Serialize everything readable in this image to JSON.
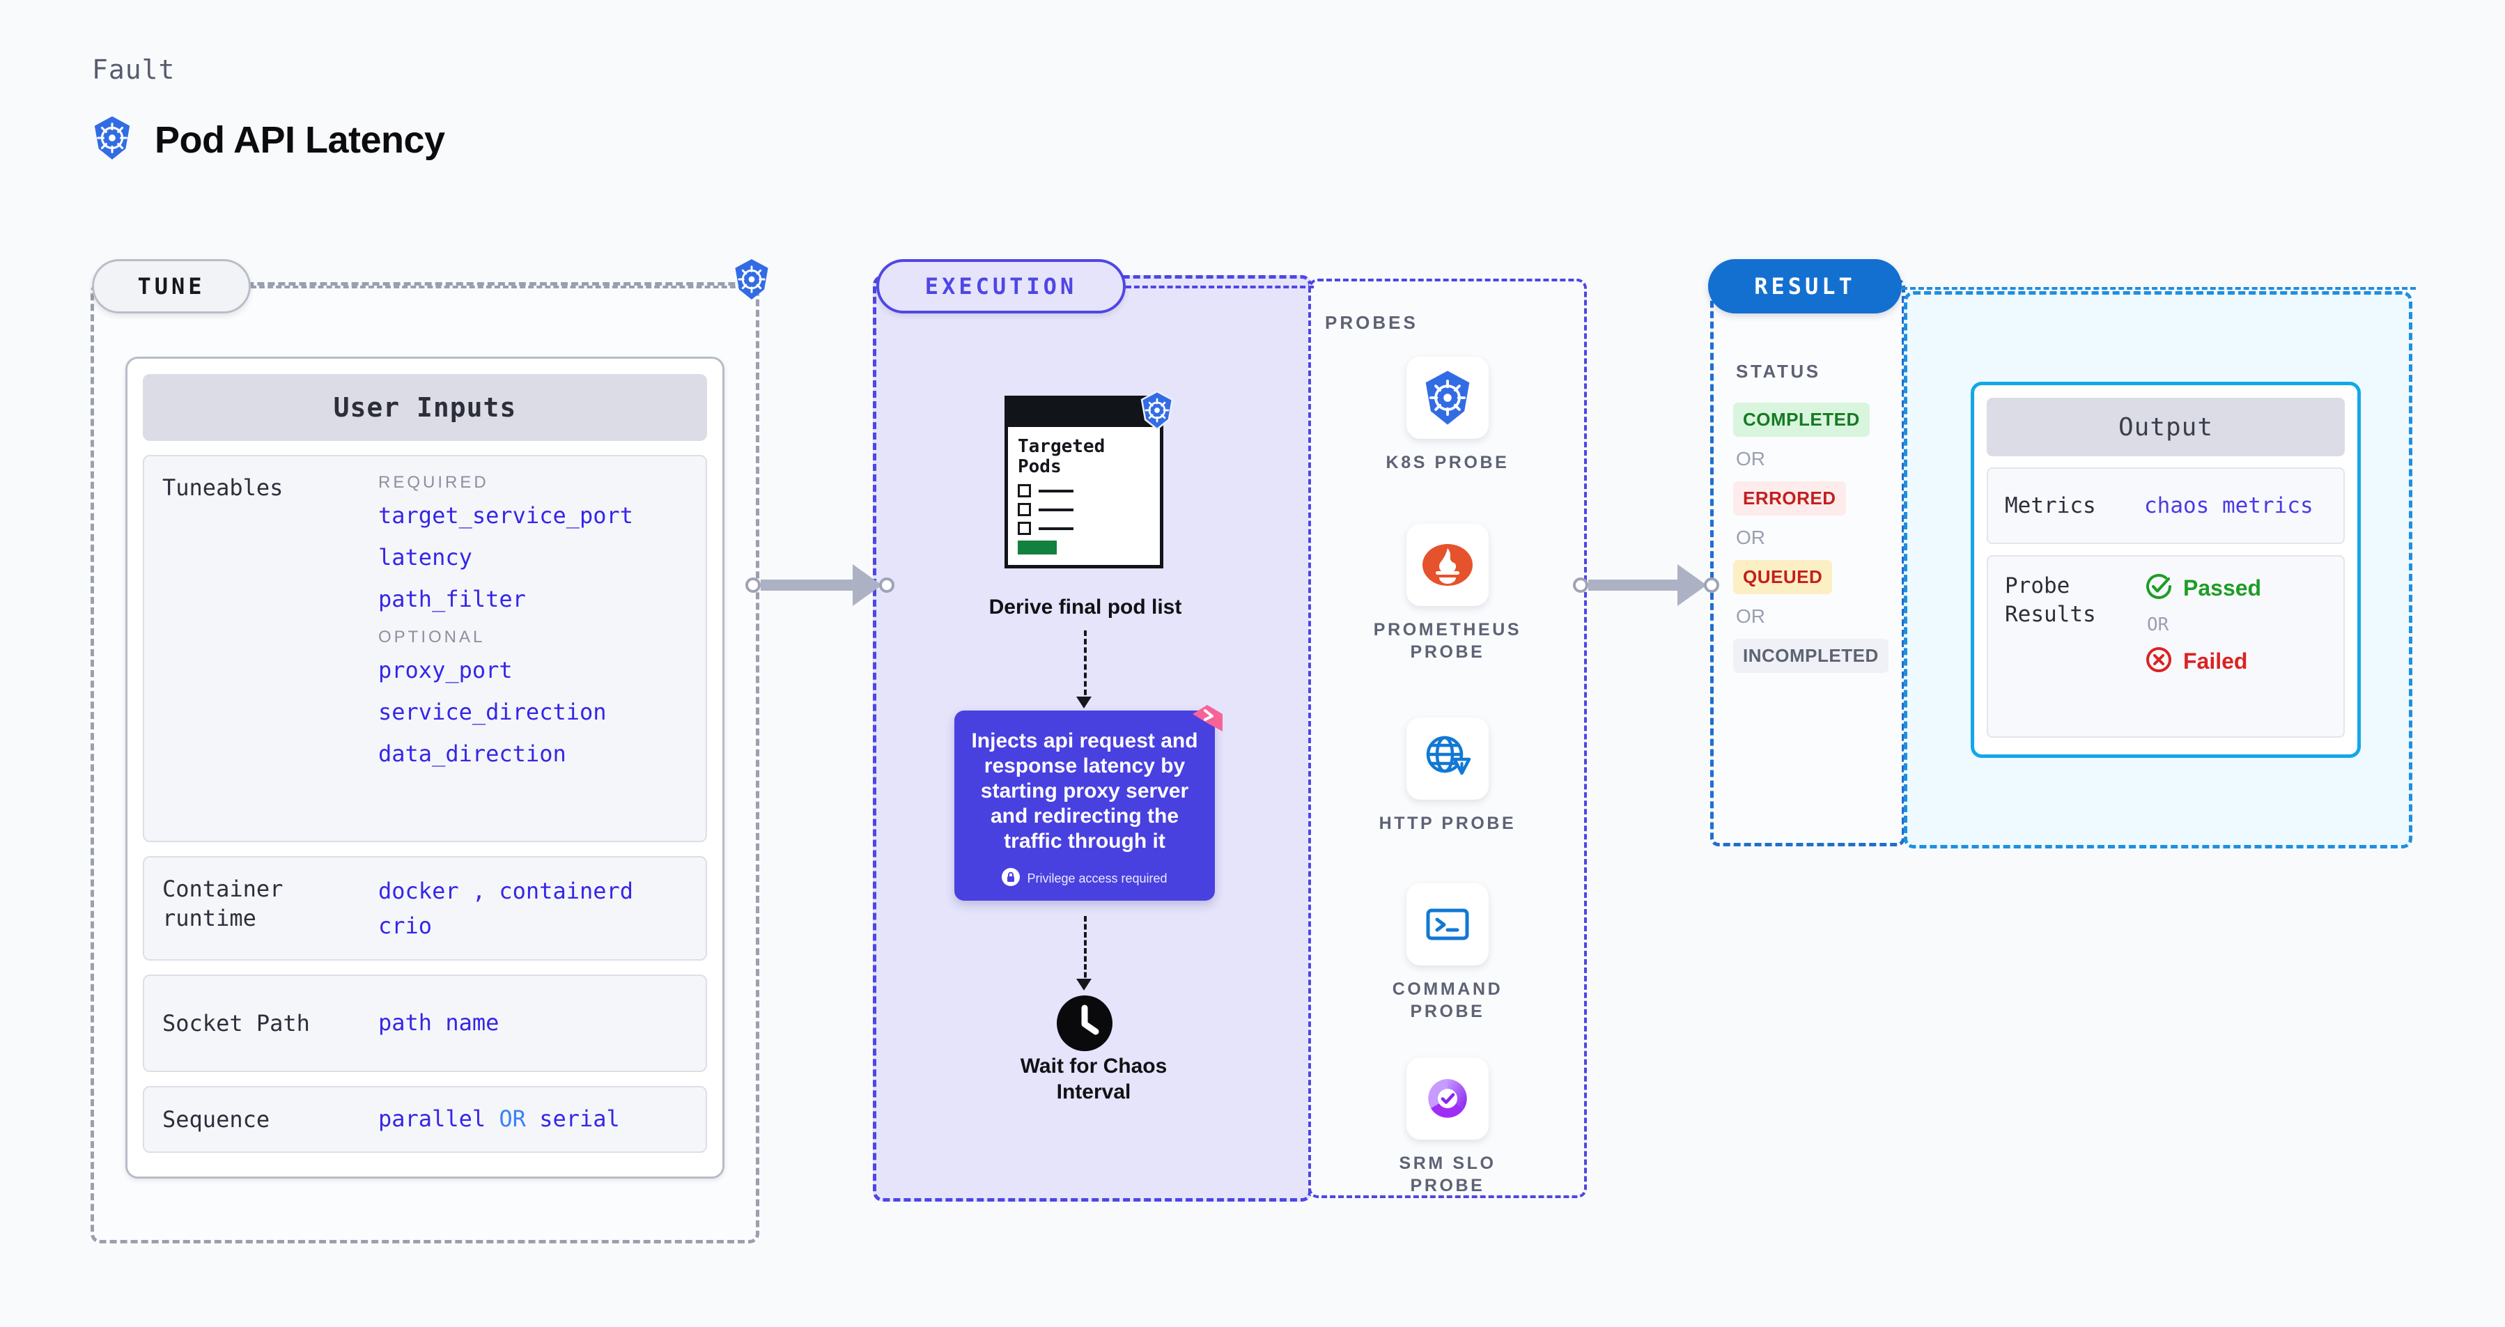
{
  "header": {
    "kicker": "Fault",
    "title": "Pod API Latency",
    "logo_icon": "kubernetes-icon"
  },
  "sections": {
    "tune": {
      "pill_label": "TUNE"
    },
    "execution": {
      "pill_label": "EXECUTION"
    },
    "result": {
      "pill_label": "RESULT"
    }
  },
  "user_inputs": {
    "header": "User Inputs",
    "rows": [
      {
        "key": "Tuneables",
        "groups": [
          {
            "label": "REQUIRED",
            "values": [
              "target_service_port",
              "latency",
              "path_filter"
            ]
          },
          {
            "label": "OPTIONAL",
            "values": [
              "proxy_port",
              "service_direction",
              "data_direction"
            ]
          }
        ]
      },
      {
        "key": "Container runtime",
        "values": [
          "docker",
          "containerd",
          "crio"
        ],
        "separator": ","
      },
      {
        "key": "Socket Path",
        "values": [
          "path name"
        ]
      },
      {
        "key": "Sequence",
        "values": [
          "parallel",
          "serial"
        ],
        "separator": "OR"
      }
    ]
  },
  "execution": {
    "pods_card": {
      "title": "Targeted Pods",
      "badge_icon": "kubernetes-icon",
      "rows": 3
    },
    "derive_caption": "Derive final pod list",
    "inject_card": {
      "text": "Injects api request and response latency by starting proxy server and redirecting the traffic through it",
      "privilege_note": "Privilege access required",
      "privilege_icon": "lock-icon",
      "corner_icon": "litmus-icon",
      "bg_color": "#4940e0"
    },
    "wait_caption": "Wait for Chaos Interval",
    "wait_icon": "clock-icon"
  },
  "probes": {
    "title": "PROBES",
    "items": [
      {
        "label": "K8S PROBE",
        "icon": "kubernetes-icon"
      },
      {
        "label": "PROMETHEUS PROBE",
        "icon": "prometheus-icon"
      },
      {
        "label": "HTTP PROBE",
        "icon": "http-globe-warning-icon"
      },
      {
        "label": "COMMAND PROBE",
        "icon": "terminal-icon"
      },
      {
        "label": "SRM SLO PROBE",
        "icon": "srm-slo-icon"
      }
    ]
  },
  "result": {
    "status_title": "STATUS",
    "or_label": "OR",
    "statuses": [
      {
        "label": "COMPLETED",
        "bg": "#d9f5de",
        "fg": "#167a23"
      },
      {
        "label": "ERRORED",
        "bg": "#fdeceb",
        "fg": "#c21f1f"
      },
      {
        "label": "QUEUED",
        "bg": "#fdefc4",
        "fg": "#c21f1f"
      },
      {
        "label": "INCOMPLETED",
        "bg": "#f0f1f6",
        "fg": "#5d6274"
      }
    ]
  },
  "output": {
    "header": "Output",
    "metrics_key": "Metrics",
    "metrics_value": "chaos metrics",
    "probe_results_key": "Probe Results",
    "passed_label": "Passed",
    "failed_label": "Failed",
    "or_label": "OR",
    "passed_icon": "check-circle-icon",
    "failed_icon": "x-circle-icon"
  }
}
